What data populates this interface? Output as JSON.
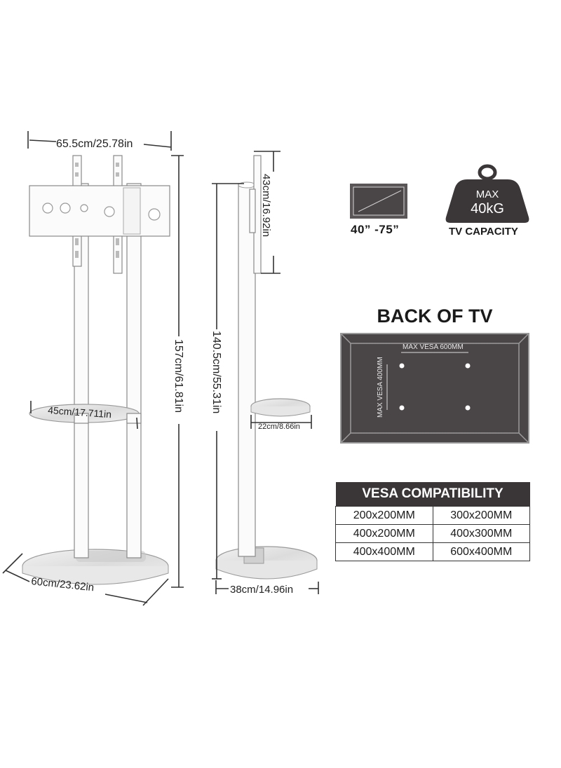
{
  "dimensions": {
    "width": "65.5cm/25.78in",
    "mount_height": "43cm/16.92in",
    "total_height": "157cm/61.81in",
    "pole_height": "140.5cm/55.31in",
    "shelf_width": "45cm/17.711in",
    "shelf_depth": "22cm/8.66in",
    "base_width": "60cm/23.62in",
    "base_depth": "38cm/14.96in"
  },
  "tv_size": {
    "label": "40”  -75”",
    "icon": "tv-screen-icon"
  },
  "capacity": {
    "max_label": "MAX",
    "weight": "40kG",
    "label": "TV CAPACITY",
    "icon": "weight-icon"
  },
  "back_of_tv": {
    "title": "BACK OF TV",
    "max_vesa_h": "MAX VESA 600MM",
    "max_vesa_v": "MAX VESA 400MM"
  },
  "vesa": {
    "header": "VESA COMPATIBILITY",
    "rows": [
      [
        "200x200MM",
        "300x200MM"
      ],
      [
        "400x200MM",
        "400x300MM"
      ],
      [
        "400x400MM",
        "600x400MM"
      ]
    ]
  },
  "colors": {
    "panel_dark": "#4a4546",
    "panel_border": "#9a9a9a",
    "weight_fill": "#3b3637",
    "table_header": "#3a3536"
  }
}
